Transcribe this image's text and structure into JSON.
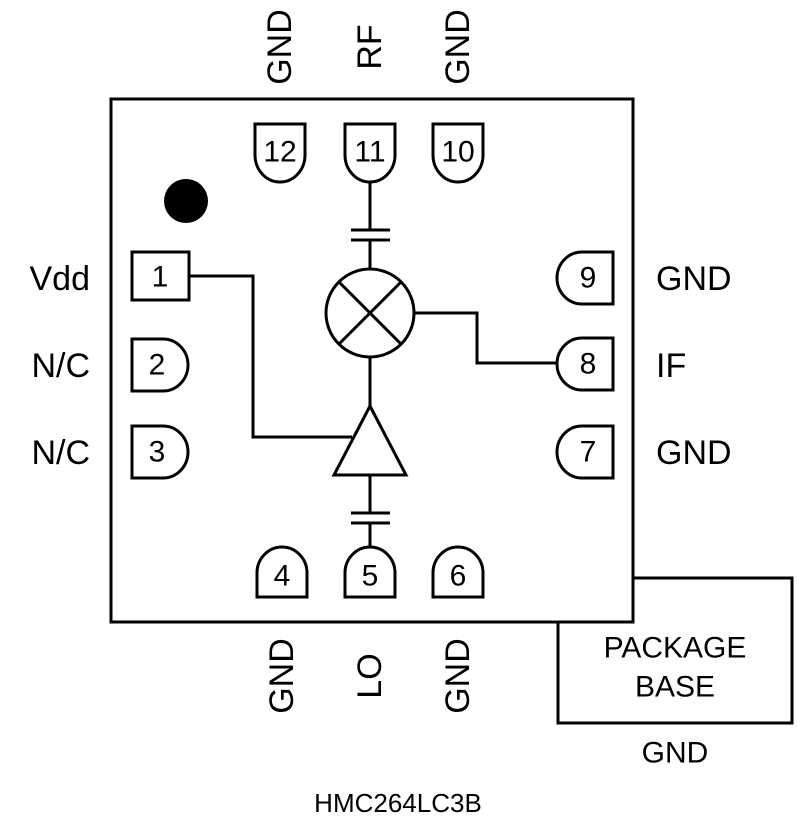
{
  "diagram": {
    "part_number": "HMC264LC3B",
    "package_base": {
      "line1": "PACKAGE",
      "line2": "BASE",
      "ground_label": "GND"
    },
    "pin1_marker": "pin-1-dot",
    "pins": {
      "top": [
        {
          "number": "12",
          "label": "GND"
        },
        {
          "number": "11",
          "label": "RF"
        },
        {
          "number": "10",
          "label": "GND"
        }
      ],
      "left": [
        {
          "number": "1",
          "label": "Vdd"
        },
        {
          "number": "2",
          "label": "N/C"
        },
        {
          "number": "3",
          "label": "N/C"
        }
      ],
      "right": [
        {
          "number": "9",
          "label": "GND"
        },
        {
          "number": "8",
          "label": "IF"
        },
        {
          "number": "7",
          "label": "GND"
        }
      ],
      "bottom": [
        {
          "number": "4",
          "label": "GND"
        },
        {
          "number": "5",
          "label": "LO"
        },
        {
          "number": "6",
          "label": "GND"
        }
      ]
    },
    "symbols": {
      "mixer": "mixer-circle-x",
      "amplifier": "amplifier-triangle",
      "cap_top": "dc-block-capacitor",
      "cap_bottom": "dc-block-capacitor"
    },
    "colors": {
      "line": "#000000",
      "background": "#ffffff"
    }
  }
}
